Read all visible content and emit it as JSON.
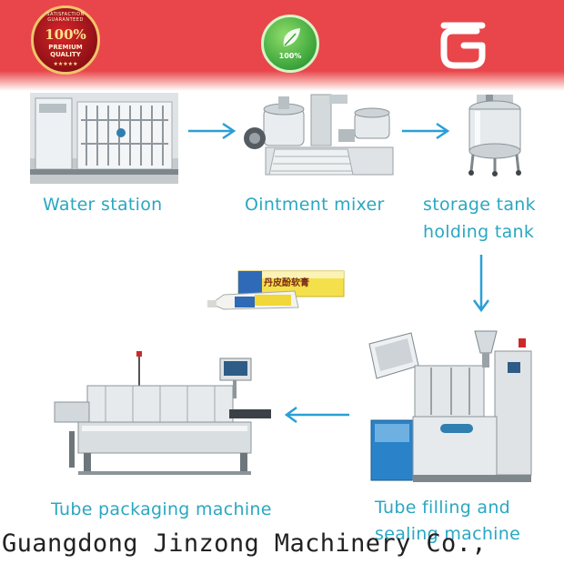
{
  "banner": {
    "seal_ring_text": "SATISFACTION GUARANTEED",
    "seal_percent": "100%",
    "seal_line1": "PREMIUM",
    "seal_line2": "QUALITY",
    "seal_stars": "★★★★★",
    "badge_percent": "100%",
    "colors": {
      "banner": "#e8464b",
      "seal": "#b3141a",
      "badge": "#3aa43a"
    }
  },
  "steps": {
    "water_station": "Water station",
    "ointment_mixer": "Ointment mixer",
    "storage_tank_line1": "storage tank",
    "storage_tank_line2": "holding tank",
    "tube_filling_line1": "Tube filling and",
    "tube_filling_line2": "sealing machine",
    "tube_packaging": "Tube packaging machine"
  },
  "label_color": "#2aa7c2",
  "arrow_color": "#2a9fd6",
  "product": {
    "box_text": "丹皮酚软膏"
  },
  "footer": {
    "company": "Guangdong Jinzong Machinery Co.,"
  }
}
